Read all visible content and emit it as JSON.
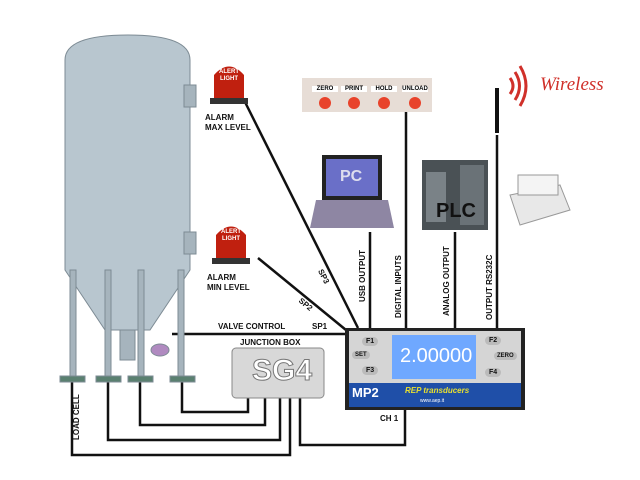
{
  "labels": {
    "alarm_max": [
      "ALARM",
      "MAX LEVEL"
    ],
    "alarm_min": [
      "ALARM",
      "MIN LEVEL"
    ],
    "alert_light": [
      "ALERT",
      "LIGHT"
    ],
    "valve_control": "VALVE CONTROL",
    "junction_box": "JUNCTION BOX",
    "junction_box_model": "SG4",
    "load_cell": "LOAD CELL",
    "ch1": "CH 1",
    "sp1": "SP1",
    "sp2": "SP2",
    "sp3": "SP3",
    "usb_output": "USB OUTPUT",
    "digital_inputs": "DIGITAL INPUTS",
    "analog_output": "ANALOG OUTPUT",
    "output_rs232c": "OUTPUT RS232C",
    "pc": "PC",
    "plc": "PLC",
    "wireless": "Wireless"
  },
  "button_panel": [
    "ZERO",
    "PRINT",
    "HOLD",
    "UNLOAD"
  ],
  "device": {
    "display_value": "2.00000",
    "keys": [
      "F1",
      "F2",
      "F3",
      "F4",
      "SET",
      "ZERO"
    ],
    "model": "MP2",
    "brand": "REP transducers",
    "website": "www.aep.it"
  },
  "colors": {
    "tank": "#b8c6cf",
    "alert": "#c0200f",
    "display": "#6fa8ff",
    "device_band": "#1f4fa8"
  }
}
